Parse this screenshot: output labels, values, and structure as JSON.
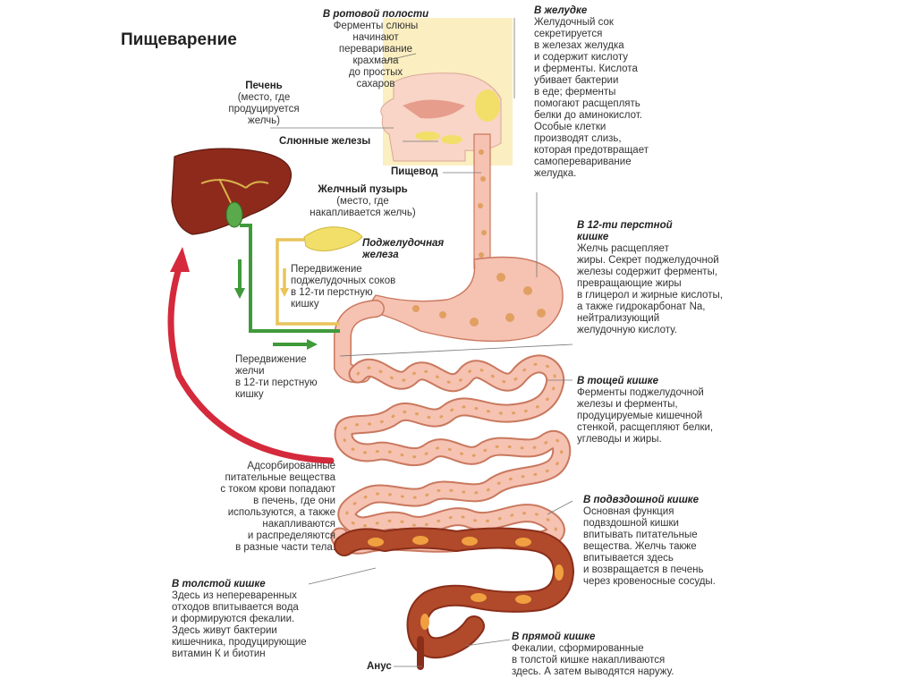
{
  "title": "Пищеварение",
  "labels": {
    "salivary": "Слюнные железы",
    "esophagus": "Пищевод",
    "anus": "Анус"
  },
  "blocks": {
    "mouth": {
      "heading": "В ротовой полости",
      "text": [
        "Ферменты слюны",
        "начинают",
        "переваривание",
        "крахмала",
        "до простых",
        "сахаров"
      ]
    },
    "stomach": {
      "heading": "В желудке",
      "text": [
        "Желудочный сок",
        "секретируется",
        "в железах желудка",
        "и содержит кислоту",
        "и ферменты. Кислота",
        "убивает бактерии",
        "в еде; ферменты",
        "помогают расщеплять",
        "белки до аминокислот.",
        "Особые клетки",
        "производят слизь,",
        "которая предотвращает",
        "самопереваривание",
        "желудка."
      ]
    },
    "liver": {
      "heading": "Печень",
      "text": [
        "(место, где",
        "продуцируется",
        "желчь)"
      ]
    },
    "gallbladder": {
      "heading": "Желчный пузырь",
      "text": [
        "(место, где",
        "накапливается желчь)"
      ]
    },
    "pancreas": {
      "heading": "Поджелудочная",
      "text": [
        "железа"
      ]
    },
    "pancreatic_move": {
      "text": [
        "Передвижение",
        "поджелудочных соков",
        "в 12-ти перстную",
        "кишку"
      ]
    },
    "bile_move": {
      "text": [
        "Передвижение",
        "желчи",
        "в 12-ти перстную",
        "кишку"
      ]
    },
    "duodenum": {
      "heading": "В 12-ти перстной",
      "heading2": "кишке",
      "text": [
        "Желчь расщепляет",
        "жиры. Секрет поджелудочной",
        "железы содержит ферменты,",
        "превращающие жиры",
        "в глицерол и жирные кислоты,",
        "а также гидрокарбонат Na,",
        "нейтрализующий",
        "желудочную кислоту."
      ]
    },
    "jejunum": {
      "heading": "В тощей кишке",
      "text": [
        "Ферменты поджелудочной",
        "железы и ферменты,",
        "продуцируемые кишечной",
        "стенкой, расщепляют белки,",
        "углеводы и жиры."
      ]
    },
    "absorbed": {
      "text": [
        "Адсорбированные",
        "питательные вещества",
        "с током крови попадают",
        "в печень, где они",
        "используются, а также",
        "накапливаются",
        "и распределяются",
        "в разные части тела."
      ]
    },
    "ileum": {
      "heading": "В подвздошной кишке",
      "text": [
        "Основная функция",
        "подвздошной кишки",
        "впитывать питательные",
        "вещества. Желчь также",
        "впитывается здесь",
        "и возвращается в печень",
        "через кровеносные сосуды."
      ]
    },
    "colon": {
      "heading": "В толстой кишке",
      "text": [
        "Здесь из непереваренных",
        "отходов впитывается вода",
        "и формируются фекалии.",
        "Здесь живут бактерии",
        "кишечника, продуцирующие",
        "витамин К и биотин"
      ]
    },
    "rectum": {
      "heading": "В прямой кишке",
      "text": [
        "Фекалии, сформированные",
        "в толстой кишке накапливаются",
        "здесь. А затем выводятся наружу."
      ]
    }
  },
  "colors": {
    "liver": "#8e2a1c",
    "intestine": "#f6c2b2",
    "intestine_outline": "#c9785e",
    "colon": "#b04a2a",
    "pancreas": "#f2df6a",
    "bile_arrow": "#3f9a3a",
    "pancreatic_arrow": "#e9c45a",
    "return_arrow": "#d42a3c",
    "head_bg": "#fbeec0"
  }
}
